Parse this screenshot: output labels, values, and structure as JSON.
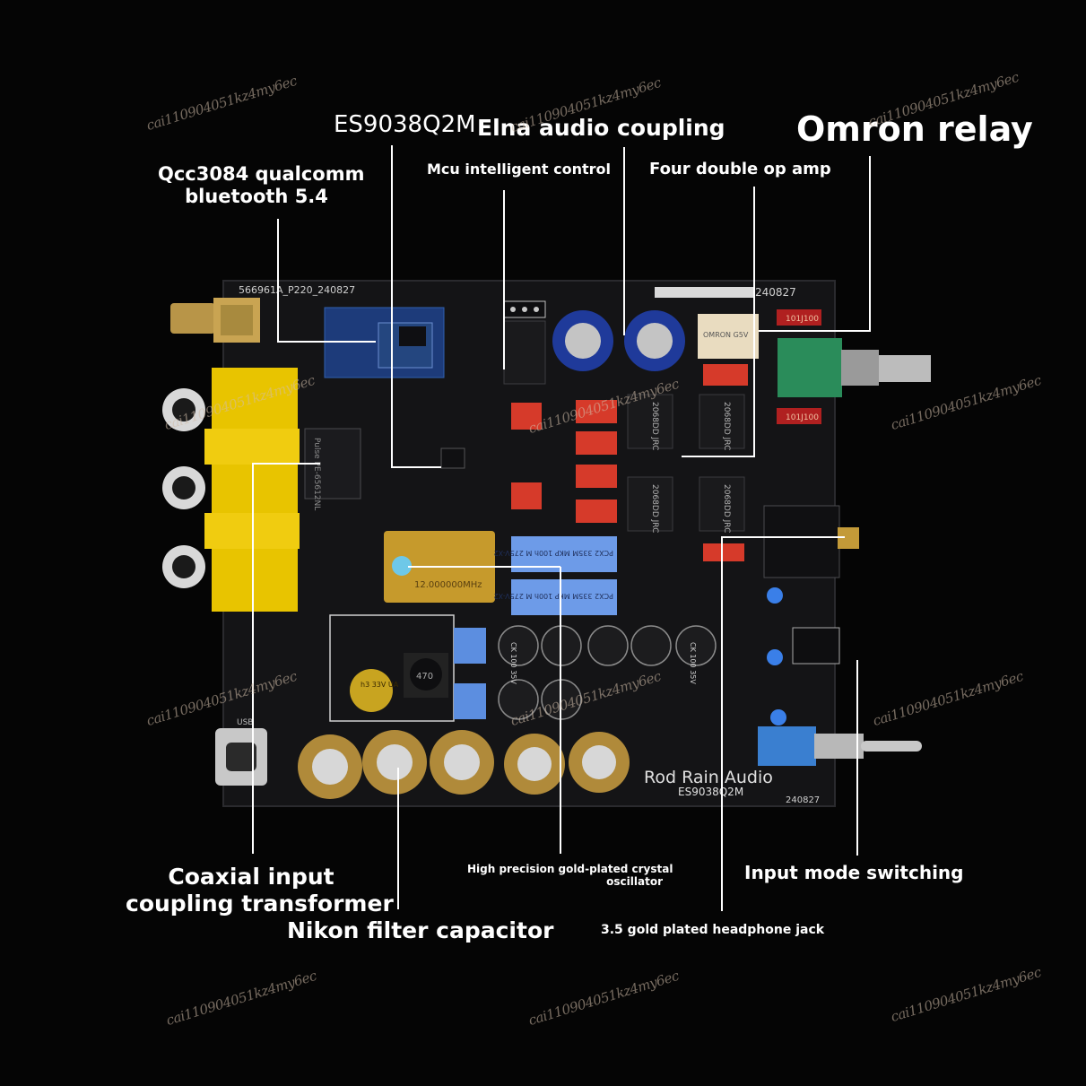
{
  "labels": {
    "es9038": "ES9038Q2M",
    "elna": "Elna audio coupling",
    "omron": "Omron relay",
    "qcc_line1": "Qcc3084 qualcomm",
    "qcc_line2": "bluetooth 5.4",
    "mcu": "Mcu intelligent control",
    "op_amp": "Four double op amp",
    "coax_line1": "Coaxial input",
    "coax_line2": "coupling transformer",
    "crystal_line1": "High precision gold-plated crystal",
    "crystal_line2": "oscillator",
    "input_mode": "Input mode switching",
    "nikon": "Nikon filter capacitor",
    "headphone": "3.5 gold plated headphone jack"
  },
  "board": {
    "brand": "Rod Rain Audio",
    "model": "ES9038Q2M",
    "date_code": "240827",
    "part_number": "566961A_P220_240827",
    "date_top": "240827",
    "crystal_text": "12.000000MHz",
    "usb_label": "USB",
    "transformer_text": "Pulse PE-65612NL",
    "opamp_text": "2068DD JRC",
    "film_cap_text": "PCX2 335M MKP 100h M 275V-X2",
    "cap_text": "CK 100 35V",
    "inductor_text": "470",
    "small_cap_text": "h3 33V UA",
    "relay_text": "OMRON G5V",
    "res_text": "101J100"
  },
  "watermark": "cai110904051kz4my6ec",
  "colors": {
    "background": "#050505",
    "pcb": "#141416",
    "rca_yellow": "#e8c400",
    "film_cap_red": "#d63a2a",
    "film_cap_blue": "#6d9be8",
    "gold_cap": "#b08a3a",
    "knob_green": "#2a8c5a"
  }
}
